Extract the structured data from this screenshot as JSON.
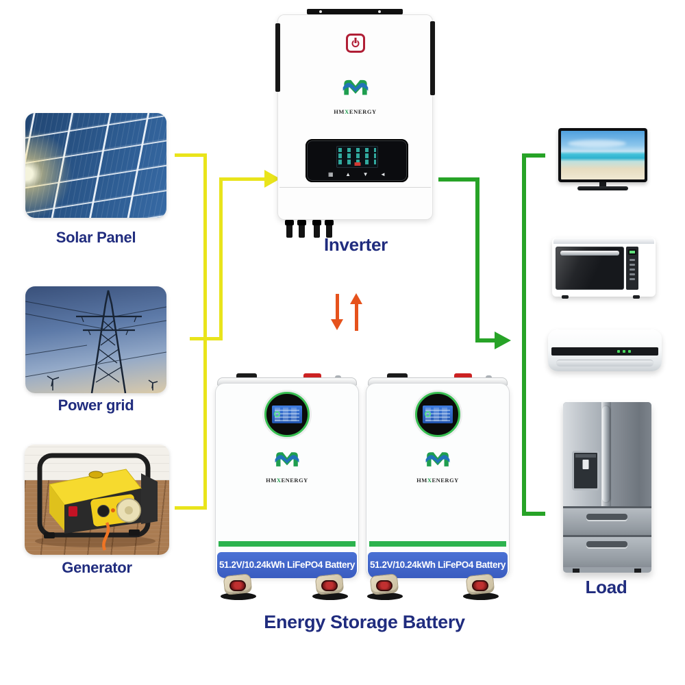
{
  "diagram": {
    "solar": {
      "label": "Solar Panel"
    },
    "power_grid": {
      "label": "Power grid"
    },
    "generator": {
      "label": "Generator"
    },
    "inverter": {
      "label": "Inverter",
      "display_icons": [
        "▦",
        "▲",
        "▼",
        "◄"
      ]
    },
    "load": {
      "label": "Load"
    },
    "battery": {
      "group_label": "Energy Storage Battery",
      "units": [
        {
          "label": "51.2V/10.24kWh LiFePO4 Battery"
        },
        {
          "label": "51.2V/10.24kWh LiFePO4 Battery"
        }
      ]
    },
    "brand": {
      "hm": "HM",
      "x": "X",
      "energy": "ENERGY"
    }
  },
  "colors": {
    "source_wire": "#e9e41b",
    "load_wire": "#27a327",
    "charge_arrows": "#e6521c",
    "label_text": "#202c7e",
    "battery_band": "#3f65cb",
    "battery_stripe": "#2cb34e",
    "brand_green": "#1f9e4f",
    "brand_blue": "#2173b8"
  }
}
